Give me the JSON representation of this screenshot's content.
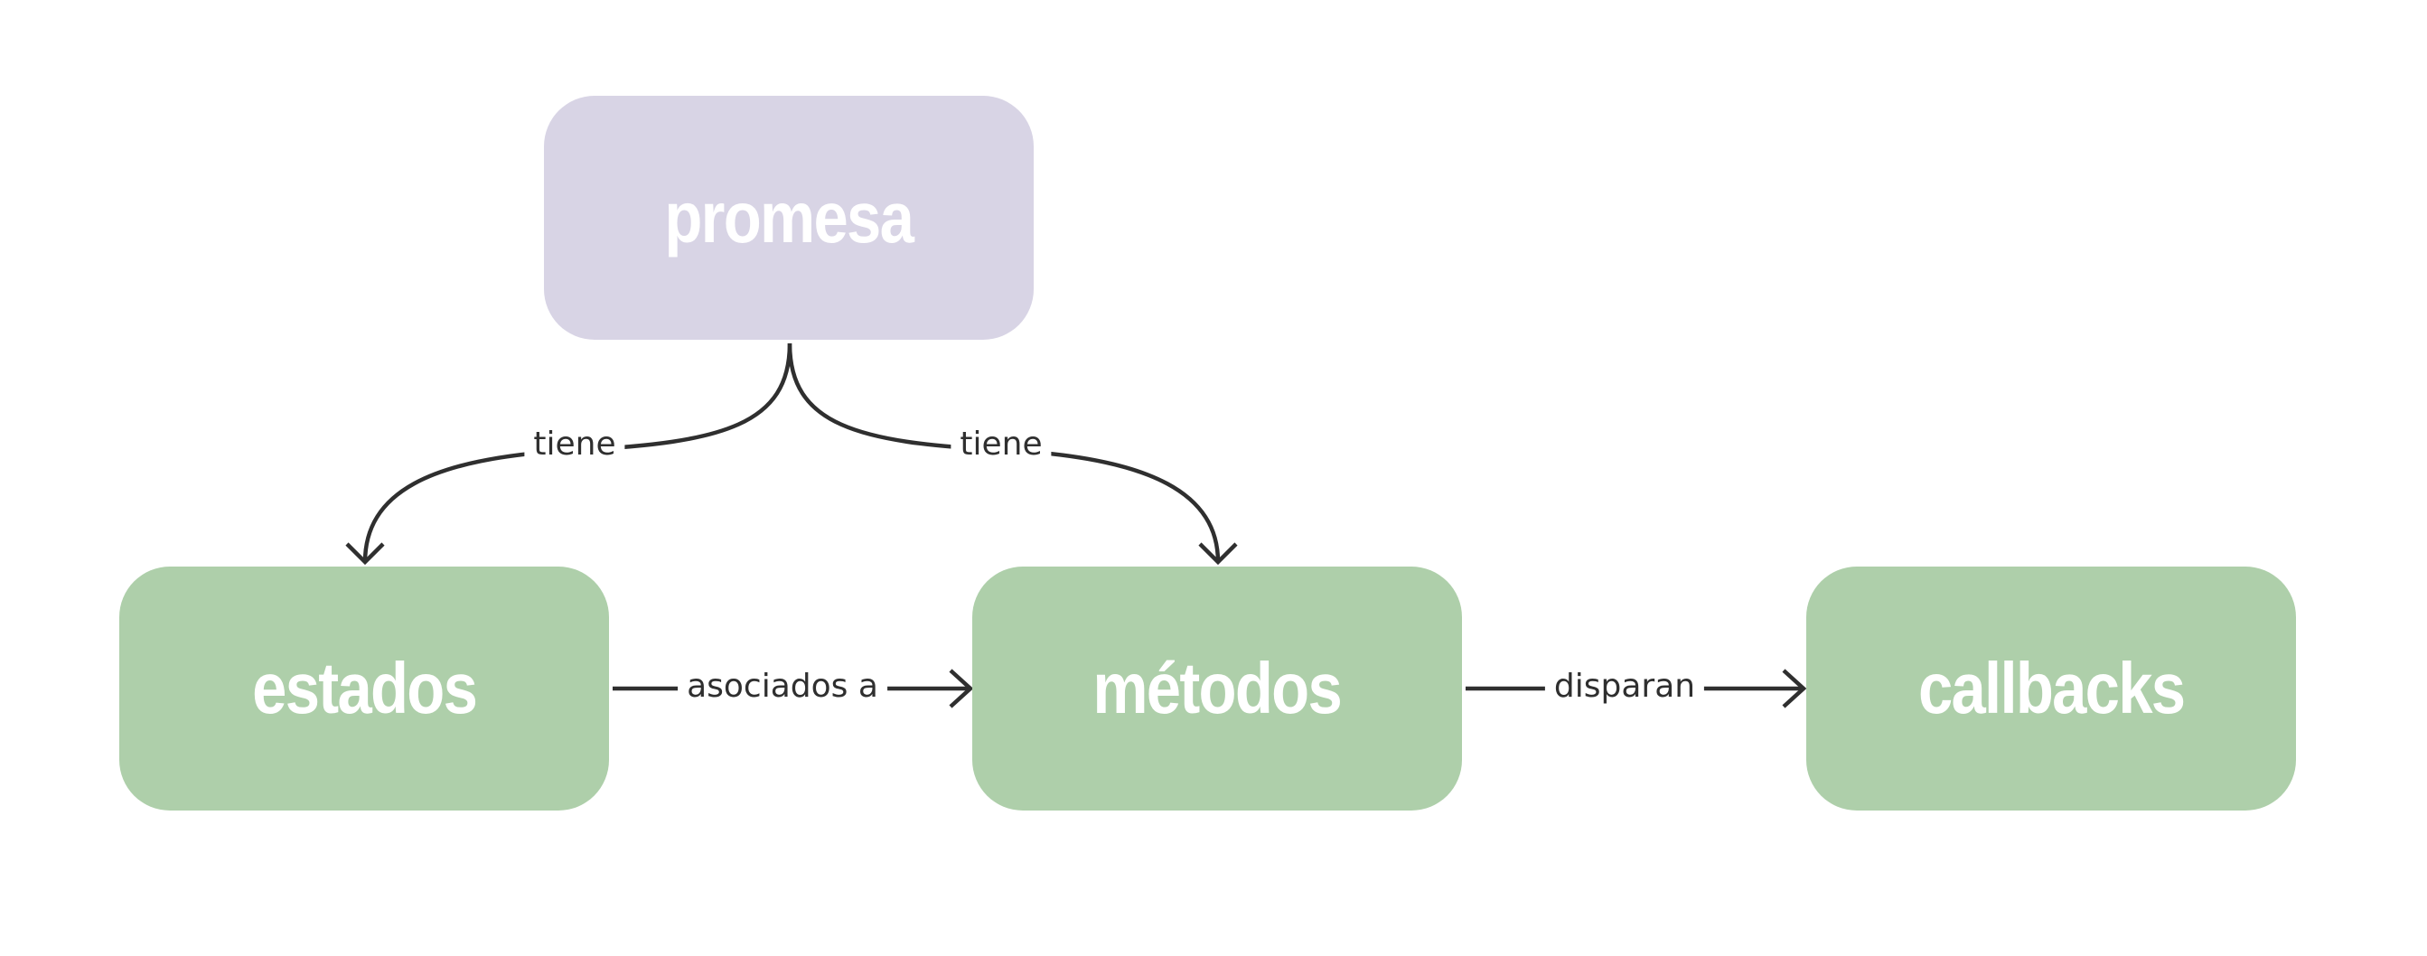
{
  "nodes": {
    "promesa": {
      "label": "promesa",
      "color": "#d8d4e5"
    },
    "estados": {
      "label": "estados",
      "color": "#aecfaa"
    },
    "metodos": {
      "label": "métodos",
      "color": "#aecfaa"
    },
    "callbacks": {
      "label": "callbacks",
      "color": "#aecfaa"
    }
  },
  "edges": {
    "promesa_estados": {
      "label": "tiene"
    },
    "promesa_metodos": {
      "label": "tiene"
    },
    "estados_metodos": {
      "label": "asociados a"
    },
    "metodos_callbacks": {
      "label": "disparan"
    }
  },
  "colors": {
    "line": "#2f2f2f",
    "text_on_node": "#ffffff"
  }
}
